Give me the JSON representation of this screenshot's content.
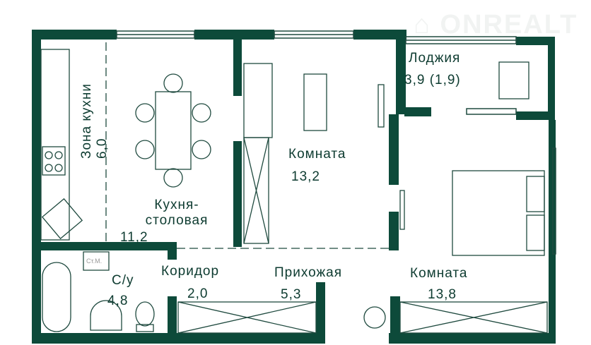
{
  "watermark": "ONREALT",
  "rooms": {
    "kitchen_zone": {
      "label": "Зона кухни",
      "area": "6,0"
    },
    "kitchen": {
      "label1": "Кухня-",
      "label2": "столовая",
      "area": "11,2"
    },
    "room1": {
      "label": "Комната",
      "area": "13,2"
    },
    "loggia": {
      "label": "Лоджия",
      "area": "3,9 (1,9)"
    },
    "bath": {
      "label": "С/у",
      "area": "4,8",
      "washer": "Ст.М."
    },
    "corridor": {
      "label": "Коридор",
      "area": "2,0"
    },
    "hall": {
      "label": "Прихожая",
      "area": "5,3"
    },
    "room2": {
      "label": "Комната",
      "area": "13,8"
    }
  },
  "colors": {
    "wall": "#0d4a3a",
    "line": "#1f4a3f"
  }
}
